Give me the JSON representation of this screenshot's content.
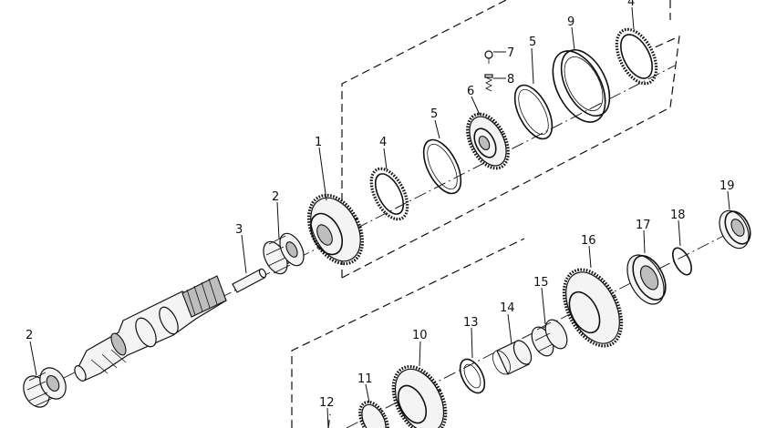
{
  "diagram": {
    "labels": {
      "l1": "1",
      "l2a": "2",
      "l2b": "2",
      "l3": "3",
      "l4a": "4",
      "l4b": "4",
      "l5a": "5",
      "l5b": "5",
      "l6": "6",
      "l7": "7",
      "l8": "8",
      "l9": "9",
      "l10": "10",
      "l11": "11",
      "l12": "12",
      "l13": "13",
      "l14": "14",
      "l15": "15",
      "l16": "16",
      "l17": "17",
      "l18": "18",
      "l19": "19"
    }
  }
}
